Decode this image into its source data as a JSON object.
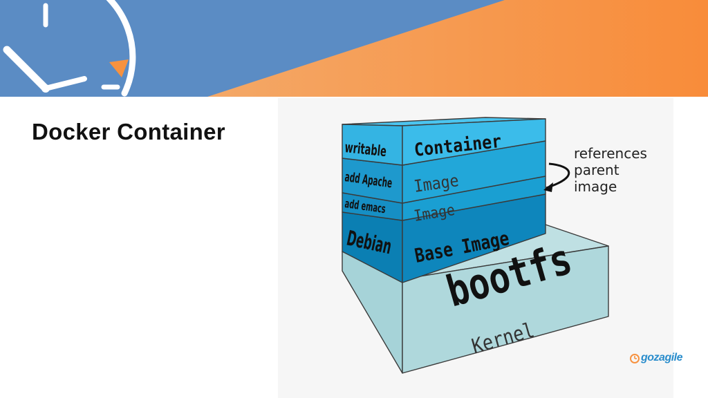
{
  "slide": {
    "title": "Docker Container"
  },
  "diagram": {
    "layers": [
      {
        "side_label": "writable",
        "front_label": "Container"
      },
      {
        "side_label": "add Apache",
        "front_label": "Image"
      },
      {
        "side_label": "add emacs",
        "front_label": "Image"
      },
      {
        "side_label": "Debian",
        "front_label": "Base Image"
      }
    ],
    "bootfs_label": "bootfs",
    "kernel_label": "Kernel",
    "annotation": [
      "references",
      "parent",
      "image"
    ]
  },
  "logo": {
    "text": "gozagile"
  },
  "colors": {
    "banner_blue": "#5b8cc4",
    "banner_orange": "#f7923f",
    "layer_top": "#39b8e6",
    "layer_mid": "#1a9fd2",
    "layer_base": "#0e86bc",
    "kernel": "#a9d5d9",
    "logo_blue": "#2a8dcc"
  }
}
